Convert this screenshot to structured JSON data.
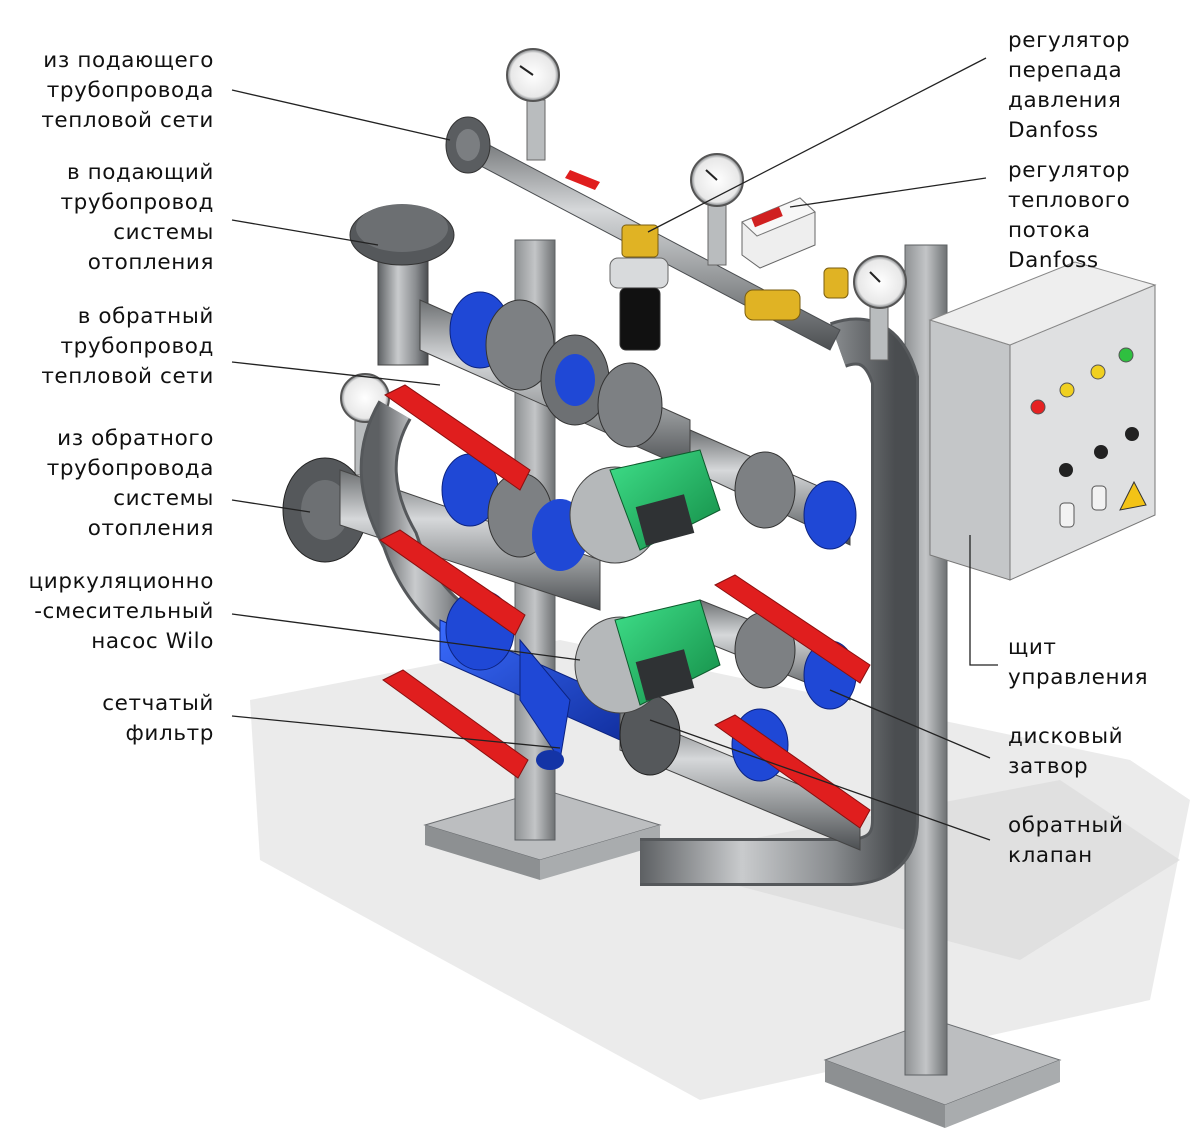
{
  "labels_left": [
    {
      "id": "supply-in",
      "text": "из подающего\nтрубопровода\nтепловой сети"
    },
    {
      "id": "supply-out",
      "text": "в подающий\nтрубопровод\nсистемы\nотопления"
    },
    {
      "id": "return-out",
      "text": "в обратный\nтрубопровод\nтепловой сети"
    },
    {
      "id": "return-in",
      "text": "из обратного\nтрубопровода\nсистемы\nотопления"
    },
    {
      "id": "pump",
      "text": "циркуляционно\n-смесительный\nнасос Wilo"
    },
    {
      "id": "filter",
      "text": "сетчатый\nфильтр"
    }
  ],
  "labels_right": [
    {
      "id": "dp-regulator",
      "text": "регулятор\nперепада\nдавления\nDanfoss"
    },
    {
      "id": "flow-regulator",
      "text": "регулятор\nтеплового\nпотока\nDanfoss"
    },
    {
      "id": "control-panel",
      "text": "щит\nуправления"
    },
    {
      "id": "butterfly-valve",
      "text": "дисковый\nзатвор"
    },
    {
      "id": "check-valve",
      "text": "обратный\nклапан"
    }
  ],
  "colors": {
    "steel": "#9a9c9e",
    "steel_dark": "#4a4d50",
    "valve_blue": "#1f48d6",
    "handle_red": "#e01e1e",
    "pump_green": "#22c46a",
    "brass": "#e0b324",
    "panel": "#d9d9d9",
    "indicator_red": "#e52222",
    "indicator_yellow": "#f0d020",
    "indicator_green": "#2fc040"
  }
}
